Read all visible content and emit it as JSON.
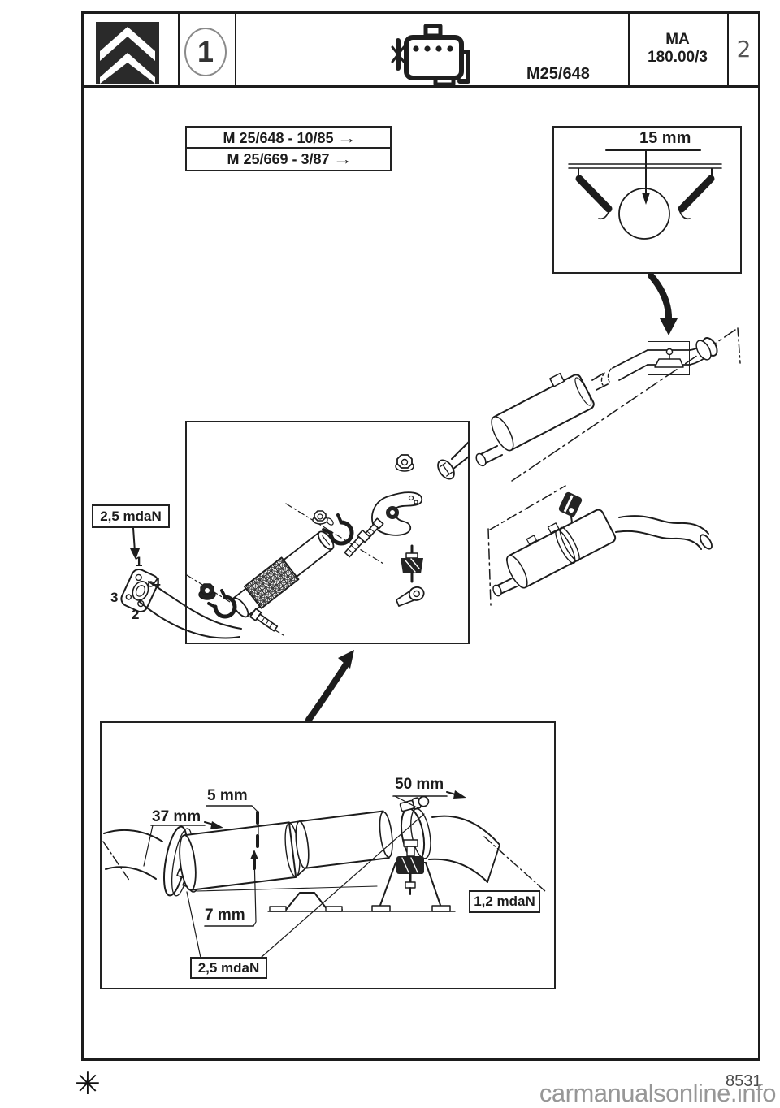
{
  "header": {
    "logo_icon": "citroen-double-chevron",
    "section_number": "1",
    "engine_icon": "engine-pictogram",
    "doc_code": "M25/648",
    "manual_code": "MA",
    "manual_section": "180.00/3",
    "page_number": "2"
  },
  "applicability": {
    "arrow": "→",
    "rows": [
      {
        "label": "M 25/648 - 10/85"
      },
      {
        "label": "M 25/669 - 3/87"
      }
    ]
  },
  "hanger_detail": {
    "dimension": "15 mm"
  },
  "front_flange": {
    "torque": "2,5 mdaN",
    "bolt_sequence": [
      "1",
      "2",
      "3",
      "4"
    ]
  },
  "clamp_detail": {
    "dim_front_overlap": "37 mm",
    "dim_gap_top": "5 mm",
    "dim_gap_bottom": "7 mm",
    "dim_rear_overlap": "50 mm",
    "torque_clamp": "2,5 mdaN",
    "torque_mounting": "1,2 mdaN"
  },
  "footer": {
    "note_symbol": "✳",
    "print_code": "8531",
    "watermark": "carmanualsonline.info"
  },
  "colors": {
    "ink": "#1c1c1c",
    "paper": "#ffffff",
    "watermark": "#8f8f8f",
    "logo_background": "#2a2a2a"
  }
}
